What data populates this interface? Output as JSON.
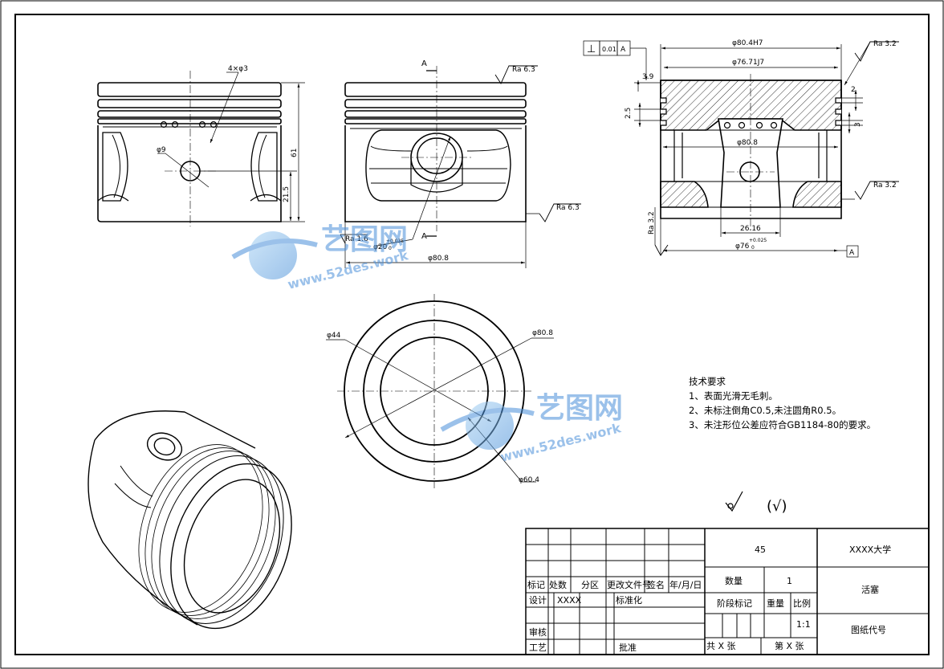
{
  "drawing": {
    "views": {
      "front": {
        "dims": {
          "grooves": "4×φ3",
          "pin_hole": "φ9",
          "height": "61",
          "pin_height": "21.5"
        }
      },
      "section_side": {
        "dims": {
          "section_mark_top": "A",
          "section_mark_bottom": "A",
          "rough_top": "Ra 6.3",
          "rough_side": "Ra 6.3",
          "rough_pin": "Ra 1.6",
          "pin_bore": "φ20",
          "pin_bore_tol_upper": "+0.035",
          "pin_bore_tol_lower": "0",
          "diameter": "φ80.8"
        }
      },
      "section_right": {
        "dims": {
          "gdt_symbol": "⊥",
          "gdt_value": "0.01",
          "gdt_datum": "A",
          "outer_dia": "φ80.4H7",
          "land_dia": "φ76.71J7",
          "top_land": "3.9",
          "ring_width": "2",
          "groove_pitch": "2.5",
          "groove_depth": "3",
          "inner_dia": "φ80.8",
          "boss_width": "26.16",
          "skirt_dia": "φ76",
          "skirt_tol_upper": "+0.025",
          "skirt_tol_lower": "0",
          "rough_top": "Ra 3.2",
          "rough_mid": "Ra 3.2",
          "rough_left": "Ra 3.2",
          "datum": "A"
        }
      },
      "top": {
        "dims": {
          "d1": "φ44",
          "d2": "φ80.8",
          "d3": "φ60.4"
        }
      }
    },
    "notes": {
      "title": "技术要求",
      "items": [
        "1、表面光滑无毛刺。",
        "2、未标注倒角C0.5,未注圆角R0.5。",
        "3、未注形位公差应符合GB1184-80的要求。"
      ]
    },
    "rough_general": "(√)",
    "watermark": {
      "brand": "艺图网",
      "url": "www.52des.work"
    }
  },
  "title_block": {
    "material": "45",
    "school": "XXXX大学",
    "part_name": "活塞",
    "drawing_no": "图纸代号",
    "quantity_label": "数量",
    "quantity": "1",
    "stage_label": "阶段标记",
    "weight_label": "重量",
    "scale_label": "比例",
    "scale": "1:1",
    "mark": "标记",
    "count": "处数",
    "zone": "分区",
    "change_doc": "更改文件号",
    "sign": "签名",
    "date": "年/月/日",
    "design": "设计",
    "designer": "XXXX",
    "standard": "标准化",
    "review": "审核",
    "process": "工艺",
    "approve": "批准",
    "total_pages": "共  X  张",
    "page_no": "第  X  张"
  }
}
